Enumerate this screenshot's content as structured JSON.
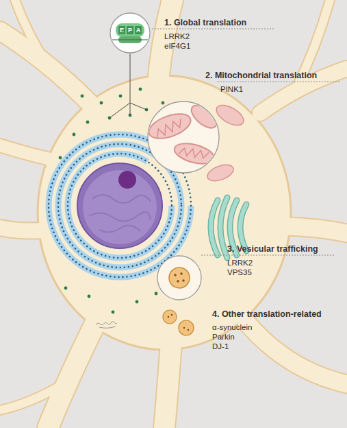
{
  "diagram": {
    "nodes": [
      {
        "text": [
          "E",
          "P",
          "A"
        ]
      }
    ],
    "labels": [
      "1. Global translation",
      "LRRK2",
      "eIF4G1",
      "2. Mitochondrial translation",
      "PINK1",
      "3. Vesicular trafficking",
      "LRRK2",
      "VPS35",
      "4. Other translation-related",
      "α-synuclein",
      "Parkin",
      "DJ-1"
    ]
  }
}
